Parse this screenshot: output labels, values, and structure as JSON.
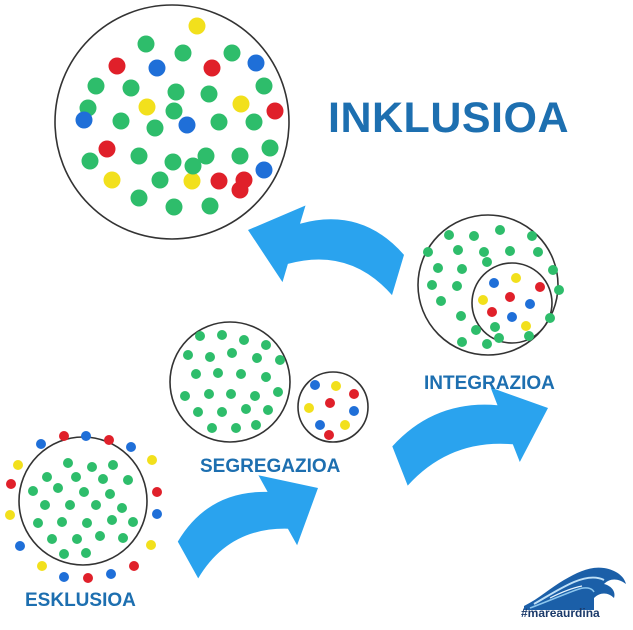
{
  "stages": {
    "inklusioa": "INKLUSIOA",
    "integrazioa": "INTEGRAZIOA",
    "segregazioa": "SEGREGAZIOA",
    "esklusioa": "ESKLUSIOA"
  },
  "brand": {
    "hashtag": "#mareaurdina"
  },
  "colors": {
    "label": "#1d6fb0",
    "arrow": "#2aa3ee",
    "green": "#2ebd6b",
    "red": "#e0202a",
    "blue": "#1f6fd8",
    "yellow": "#f2e01c",
    "circle_stroke": "#333333"
  }
}
